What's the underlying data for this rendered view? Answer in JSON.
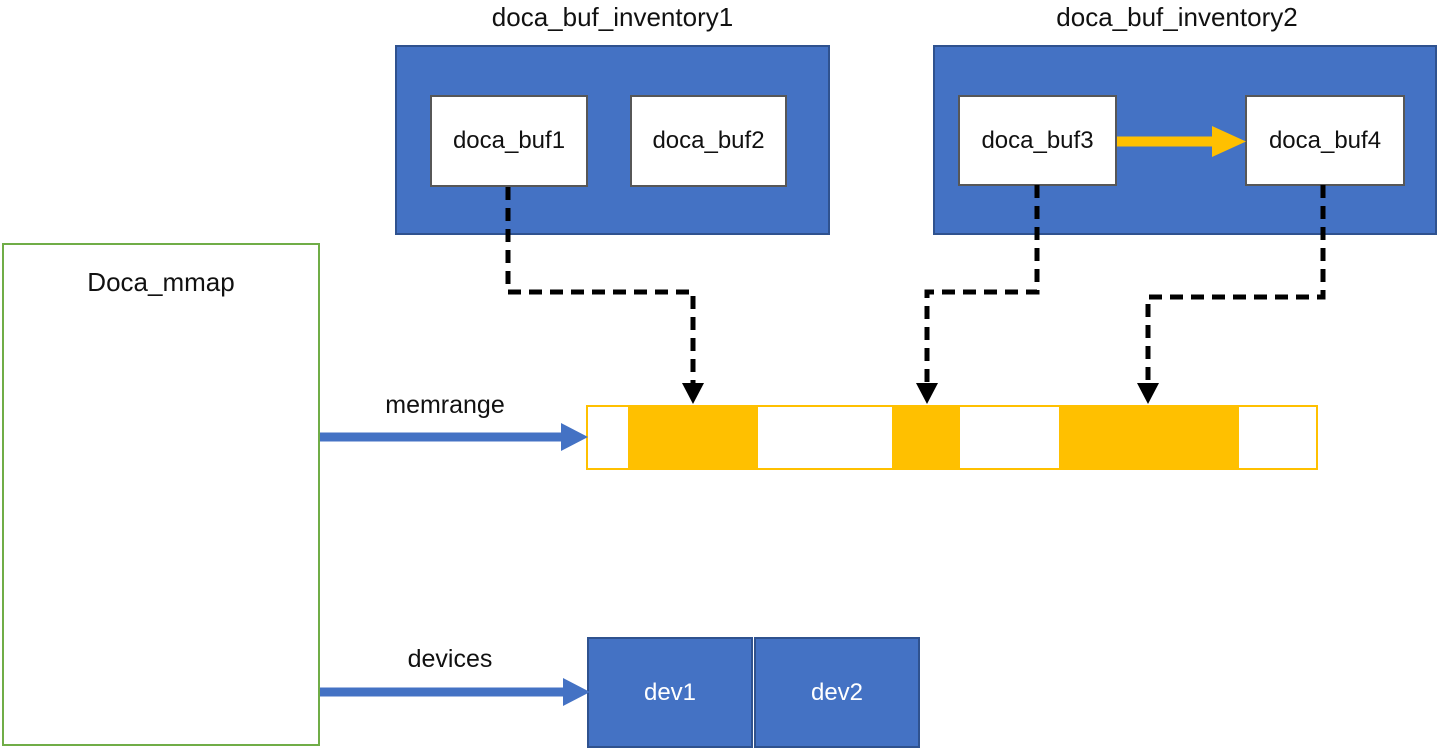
{
  "diagram": {
    "titles": {
      "inventory1": "doca_buf_inventory1",
      "inventory2": "doca_buf_inventory2"
    },
    "nodes": {
      "mmap": {
        "label": "Doca_mmap"
      },
      "buf1": {
        "label": "doca_buf1"
      },
      "buf2": {
        "label": "doca_buf2"
      },
      "buf3": {
        "label": "doca_buf3"
      },
      "buf4": {
        "label": "doca_buf4"
      },
      "dev1": {
        "label": "dev1"
      },
      "dev2": {
        "label": "dev2"
      }
    },
    "edge_labels": {
      "memrange": "memrange",
      "devices": "devices"
    },
    "colors": {
      "accent_blue": "#4472C4",
      "border_blue": "#2F528F",
      "gold": "#FFC000",
      "green": "#70AD47",
      "inner_border_gray": "#575757",
      "connector_black": "#000000"
    },
    "memrange_bar": {
      "segments": [
        {
          "fill": "white",
          "width": 40
        },
        {
          "fill": "gold",
          "width": 130
        },
        {
          "fill": "white",
          "width": 134
        },
        {
          "fill": "gold",
          "width": 68
        },
        {
          "fill": "white",
          "width": 99
        },
        {
          "fill": "gold",
          "width": 180
        },
        {
          "fill": "white",
          "width": 77
        }
      ]
    },
    "connections": [
      {
        "from": "doca_buf1",
        "to": "memrange segment 1",
        "style": "dashed-black"
      },
      {
        "from": "doca_buf3",
        "to": "memrange segment 2",
        "style": "dashed-black"
      },
      {
        "from": "doca_buf4",
        "to": "memrange segment 3",
        "style": "dashed-black"
      },
      {
        "from": "doca_buf3",
        "to": "doca_buf4",
        "style": "solid-gold"
      },
      {
        "from": "Doca_mmap",
        "to": "memrange bar",
        "style": "solid-blue",
        "label": "memrange"
      },
      {
        "from": "Doca_mmap",
        "to": "devices",
        "style": "solid-blue",
        "label": "devices"
      }
    ]
  }
}
